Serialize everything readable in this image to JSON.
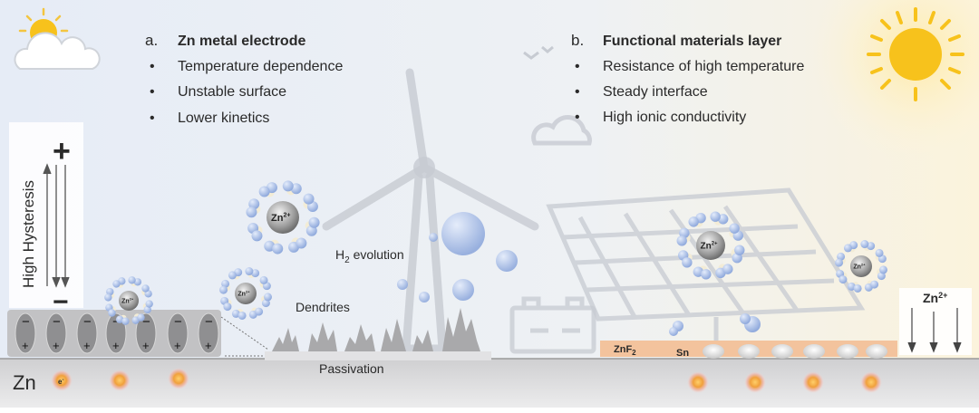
{
  "panel_a": {
    "letter": "a.",
    "title": "Zn metal electrode",
    "items": [
      "Temperature dependence",
      "Unstable surface",
      "Lower kinetics"
    ]
  },
  "panel_b": {
    "letter": "b.",
    "title": "Functional materials layer",
    "items": [
      "Resistance of high temperature",
      "Steady interface",
      "High ionic conductivity"
    ]
  },
  "bullet": "•",
  "labels": {
    "hysteresis": "High Hysteresis",
    "plus": "+",
    "minus": "−",
    "h2_prefix": "H",
    "h2_sub": "2",
    "h2_suffix": " evolution",
    "dendrites": "Dendrites",
    "passivation": "Passivation",
    "zn": "Zn",
    "zn_ion": "Zn",
    "zn_ion_charge": "2+",
    "znf2_base": "ZnF",
    "znf2_sub": "2",
    "sn": "Sn",
    "electron": "e",
    "electron_charge": "-"
  },
  "colors": {
    "sky_top": "#e9eef6",
    "sun": "#f7c21c",
    "zn_slab": "#d2d2d4",
    "znf2_layer": "#f3c39d",
    "bubble": "#b6c8ea",
    "water_h": "#f3ecd6"
  }
}
